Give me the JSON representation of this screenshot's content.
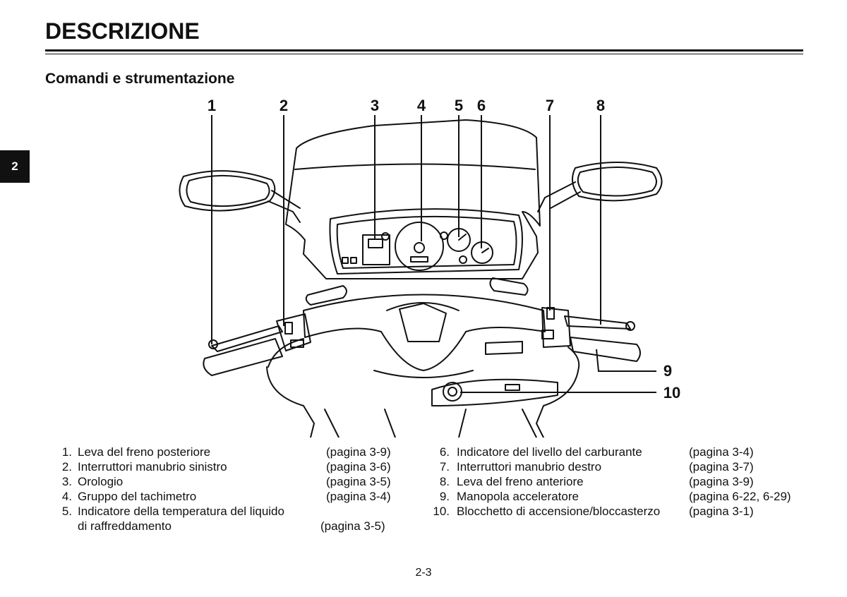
{
  "header": {
    "title": "DESCRIZIONE",
    "chapter_tab": "2"
  },
  "section": {
    "title": "Comandi e strumentazione"
  },
  "callouts": [
    "1",
    "2",
    "3",
    "4",
    "5",
    "6",
    "7",
    "8",
    "9",
    "10"
  ],
  "legend": {
    "left": [
      {
        "num": "1.",
        "text": "Leva del freno posteriore",
        "page": "(pagina 3-9)"
      },
      {
        "num": "2.",
        "text": "Interruttori manubrio sinistro",
        "page": "(pagina 3-6)"
      },
      {
        "num": "3.",
        "text": "Orologio",
        "page": "(pagina 3-5)"
      },
      {
        "num": "4.",
        "text": "Gruppo del tachimetro",
        "page": "(pagina 3-4)"
      },
      {
        "num": "5.",
        "text": "Indicatore della temperatura del liquido",
        "page": "",
        "cont": "di raffreddamento",
        "cont_page": "(pagina 3-5)"
      }
    ],
    "right": [
      {
        "num": "6.",
        "text": "Indicatore del livello del carburante",
        "page": "(pagina 3-4)"
      },
      {
        "num": "7.",
        "text": "Interruttori manubrio destro",
        "page": "(pagina 3-7)"
      },
      {
        "num": "8.",
        "text": "Leva del freno anteriore",
        "page": "(pagina 3-9)"
      },
      {
        "num": "9.",
        "text": "Manopola acceleratore",
        "page": "(pagina 6-22, 6-29)"
      },
      {
        "num": "10.",
        "text": "Blocchetto di accensione/bloccasterzo",
        "page": "(pagina 3-1)"
      }
    ]
  },
  "footer": {
    "page_number": "2-3"
  }
}
